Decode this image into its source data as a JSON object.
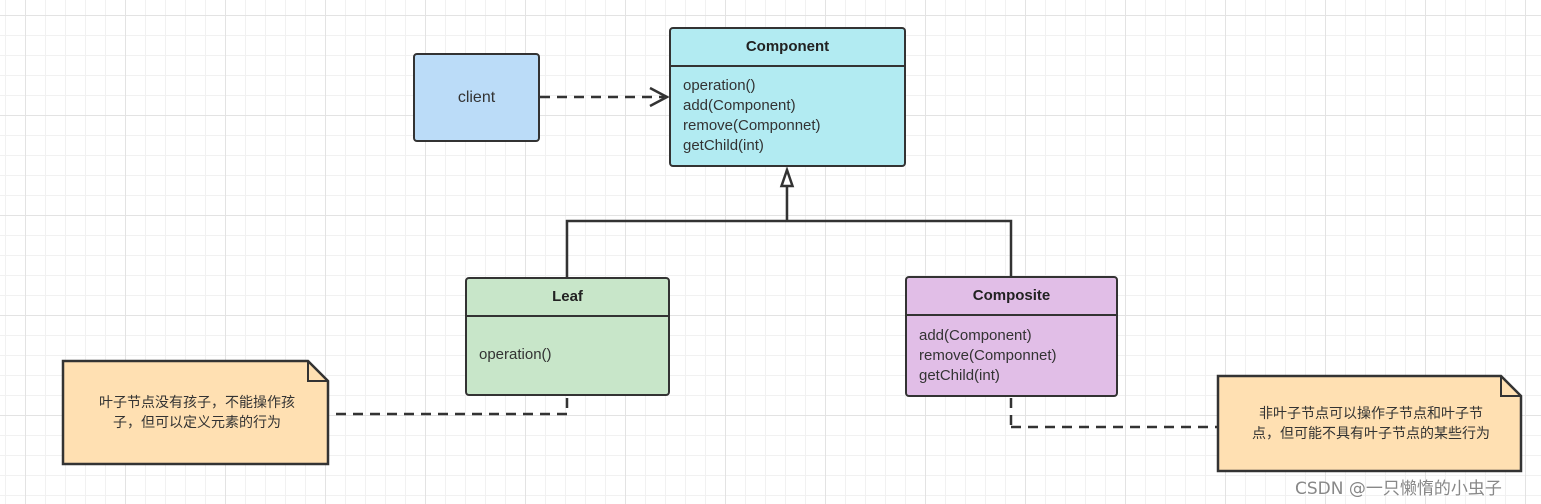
{
  "diagram": {
    "client": {
      "label": "client"
    },
    "component": {
      "title": "Component",
      "methods": [
        "operation()",
        "add(Component)",
        "remove(Componnet)",
        "getChild(int)"
      ]
    },
    "leaf": {
      "title": "Leaf",
      "methods": [
        "operation()"
      ]
    },
    "composite": {
      "title": "Composite",
      "methods": [
        "add(Component)",
        "remove(Componnet)",
        "getChild(int)"
      ]
    },
    "notes": {
      "leaf_note": {
        "lines": [
          "叶子节点没有孩子，不能操作孩",
          "子，但可以定义元素的行为"
        ]
      },
      "composite_note": {
        "lines": [
          "非叶子节点可以操作子节点和叶子节",
          "点，但可能不具有叶子节点的某些行为"
        ]
      }
    }
  },
  "colors": {
    "client_fill": "#bbdcf8",
    "component_fill": "#b2ebf2",
    "leaf_fill": "#c8e6c9",
    "composite_fill": "#e1bee7",
    "note_fill": "#ffe0b2",
    "stroke": "#333333"
  },
  "watermark": "CSDN @一只懒惰的小虫子"
}
